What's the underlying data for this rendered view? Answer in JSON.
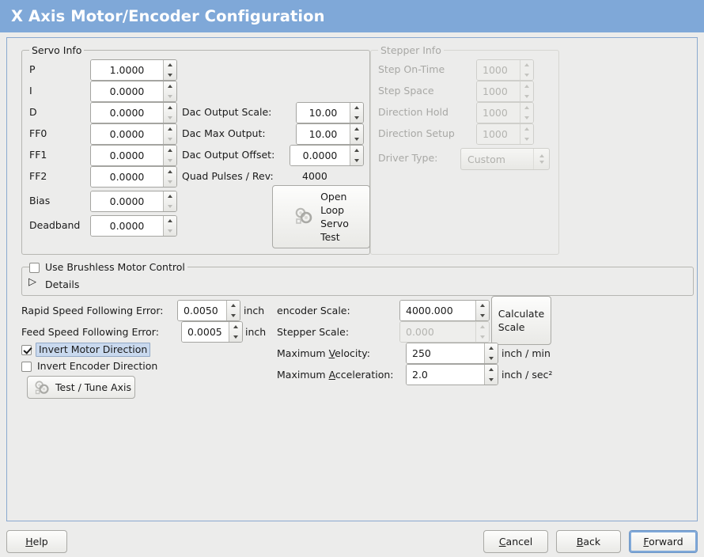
{
  "window": {
    "title": "X Axis Motor/Encoder Configuration",
    "title_bar_color": "#7fa8d8",
    "background_color": "#ececeb"
  },
  "servo_info": {
    "legend": "Servo Info",
    "fields": [
      {
        "label": "P",
        "value": "1.0000",
        "down_disabled": false
      },
      {
        "label": "I",
        "value": "0.0000",
        "down_disabled": true
      },
      {
        "label": "D",
        "value": "0.0000",
        "down_disabled": true
      },
      {
        "label": "FF0",
        "value": "0.0000",
        "down_disabled": true
      },
      {
        "label": "FF1",
        "value": "0.0000",
        "down_disabled": true
      },
      {
        "label": "FF2",
        "value": "0.0000",
        "down_disabled": true
      },
      {
        "label": "Bias",
        "value": "0.0000",
        "down_disabled": true
      },
      {
        "label": "Deadband",
        "value": "0.0000",
        "down_disabled": true
      }
    ],
    "dac": [
      {
        "label": "Dac Output Scale:",
        "value": "10.00"
      },
      {
        "label": "Dac Max Output:",
        "value": "10.00"
      },
      {
        "label": "Dac Output Offset:",
        "value": "0.0000"
      }
    ],
    "quad_pulses_label": "Quad Pulses / Rev:",
    "quad_pulses_value": "4000",
    "open_loop_button": {
      "line1": "Open",
      "line2": "Loop",
      "line3": "Servo",
      "line4": "Test",
      "icon": "gears-icon"
    }
  },
  "stepper_info": {
    "legend": "Stepper Info",
    "disabled": true,
    "fields": [
      {
        "label": "Step On-Time",
        "value": "1000"
      },
      {
        "label": "Step Space",
        "value": "1000"
      },
      {
        "label": "Direction Hold",
        "value": "1000"
      },
      {
        "label": "Direction Setup",
        "value": "1000"
      }
    ],
    "driver_type_label": "Driver Type:",
    "driver_type_value": "Custom"
  },
  "brushless": {
    "checkbox_label": "Use Brushless Motor Control",
    "checked": false,
    "details_label": "Details",
    "details_expanded": false
  },
  "following_error": {
    "rapid_label": "Rapid Speed Following Error:",
    "rapid_value": "0.0050",
    "rapid_unit": "inch",
    "feed_label": "Feed Speed Following Error:",
    "feed_value": "0.0005",
    "feed_unit": "inch"
  },
  "invert": {
    "motor_label": "Invert Motor Direction",
    "motor_checked": true,
    "motor_focused": true,
    "encoder_label": "Invert Encoder Direction",
    "encoder_checked": false
  },
  "test_tune": {
    "label": "Test / Tune Axis",
    "icon": "gears-icon"
  },
  "scale": {
    "encoder_label": "encoder Scale:",
    "encoder_value": "4000.000",
    "stepper_label": "Stepper Scale:",
    "stepper_value": "0.000",
    "stepper_disabled": true,
    "calculate_line1": "Calculate",
    "calculate_line2": "Scale",
    "max_velocity_label_pre": "Maximum ",
    "max_velocity_label_mn": "V",
    "max_velocity_label_post": "elocity:",
    "max_velocity_value": "250",
    "max_velocity_unit": "inch / min",
    "max_accel_label_pre": "Maximum ",
    "max_accel_label_mn": "A",
    "max_accel_label_post": "cceleration:",
    "max_accel_value": "2.0",
    "max_accel_unit": "inch / sec²"
  },
  "footer": {
    "help_mn": "H",
    "help_rest": "elp",
    "cancel_mn": "C",
    "cancel_rest": "ancel",
    "back_mn": "B",
    "back_rest": "ack",
    "forward_mn": "F",
    "forward_rest": "orward",
    "forward_focused": true
  }
}
